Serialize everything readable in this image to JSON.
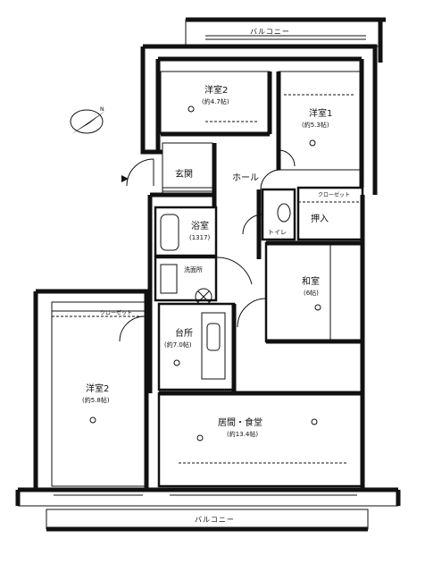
{
  "balconies": {
    "top": "バルコニー",
    "bottom": "バルコニー"
  },
  "rooms": {
    "western2_top": {
      "name": "洋室2",
      "size": "(約4.7帖)"
    },
    "western1": {
      "name": "洋室1",
      "size": "(約5.3帖)"
    },
    "entrance": {
      "name": "玄関"
    },
    "hall": {
      "name": "ホール"
    },
    "bath": {
      "name": "浴室",
      "size": "(1317)"
    },
    "toilet": {
      "name": "トイレ"
    },
    "closet": {
      "name": "押入"
    },
    "closet_top": {
      "name": "クローゼット"
    },
    "washroom": {
      "name": "洗面所"
    },
    "japanese": {
      "name": "和室",
      "size": "(6帖)"
    },
    "kitchen": {
      "name": "台所",
      "size": "(約7.0帖)"
    },
    "western_left": {
      "name": "洋室2",
      "size": "(約5.8帖)"
    },
    "living": {
      "name": "居間・食堂",
      "size": "(約13.4帖)"
    },
    "closet_left": {
      "name": "クローゼット"
    }
  }
}
